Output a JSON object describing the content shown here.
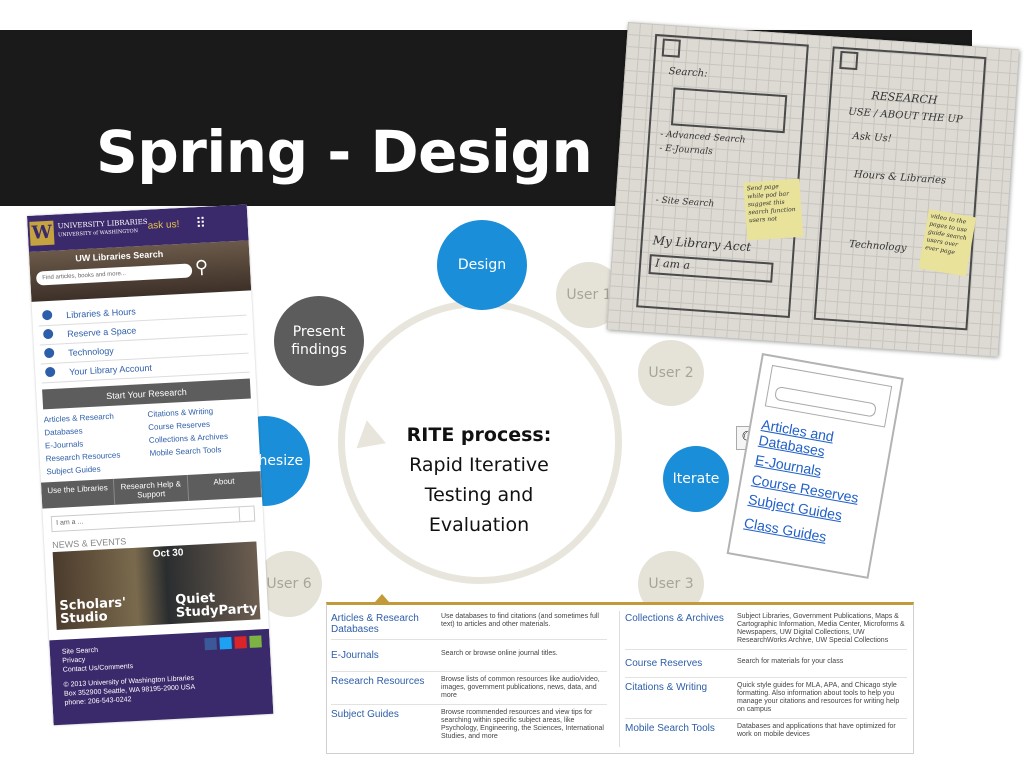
{
  "slide": {
    "title": "Spring - Design",
    "center_title": "RITE process:",
    "center_sub": "Rapid Iterative Testing and Evaluation",
    "nodes": {
      "design": "Design",
      "user1": "User 1",
      "user2": "User 2",
      "iterate": "Iterate",
      "user3": "User 3",
      "user6": "User 6",
      "synthesize": "Synthesize",
      "present": "Present findings"
    },
    "colors": {
      "blue": "#1a8ed8",
      "gray": "#e5e3d8",
      "dark": "#5c5c5c",
      "title_band": "#1a1a1a",
      "purple": "#3b2a6b",
      "gold": "#c39a39"
    }
  },
  "phone": {
    "brand": "UNIVERSITY LIBRARIES",
    "brand_sub": "UNIVERSITY of WASHINGTON",
    "ask": "ask us!",
    "search_title": "UW Libraries Search",
    "search_placeholder": "Find articles, books and more...",
    "links": [
      "Libraries & Hours",
      "Reserve a Space",
      "Technology",
      "Your Library Account"
    ],
    "start": "Start Your Research",
    "col1": [
      "Articles & Research Databases",
      "E-Journals",
      "Research Resources",
      "Subject Guides"
    ],
    "col2": [
      "Citations & Writing",
      "Course Reserves",
      "Collections & Archives",
      "Mobile Search Tools"
    ],
    "bar": [
      "Use the Libraries",
      "Research Help & Support",
      "About"
    ],
    "select": "I am a ...",
    "news": "NEWS & EVENTS",
    "photo_left": "Scholars' Studio",
    "photo_date": "Oct 30",
    "photo_right": "Quiet StudyParty",
    "footer": [
      "Site Search",
      "Privacy",
      "Contact Us/Comments",
      "© 2013 University of Washington Libraries",
      "Box 352900 Seattle, WA 98195-2900 USA",
      "phone: 206-543-0242"
    ]
  },
  "sketch": {
    "left_texts": [
      "Search:",
      "- Advanced Search",
      "- E-Journals",
      "- Site Search",
      "My Library Acct",
      "I am a"
    ],
    "right_texts": [
      "RESEARCH",
      "USE / ABOUT THE UP",
      "Ask Us!",
      "Hours & Libraries",
      "Technology"
    ],
    "sticky1": "Send page while pod bar suggest this search function users not",
    "sticky2": "video to the pages to use guide search users over ever page"
  },
  "wireframe": {
    "links": [
      "Articles and Databases",
      "E-Journals",
      "Course Reserves",
      "Subject Guides",
      "Class Guides"
    ]
  },
  "table": {
    "left": [
      {
        "label": "Articles & Research Databases",
        "desc": "Use databases to find citations (and sometimes full text) to articles and other materials."
      },
      {
        "label": "E-Journals",
        "desc": "Search or browse online journal titles."
      },
      {
        "label": "Research Resources",
        "desc": "Browse lists of common resources like audio/video, images, government publications, news, data, and more"
      },
      {
        "label": "Subject Guides",
        "desc": "Browse rcommended resources and view tips for searching within specific subject areas, like Psychology, Engineering, the Sciences, International Studies, and more"
      }
    ],
    "right": [
      {
        "label": "Collections & Archives",
        "desc": "Subject Libraries, Government Publications, Maps & Cartographic Information, Media Center, Microforms & Newspapers, UW Digital Collections, UW ResearchWorks Archive, UW Special Collections"
      },
      {
        "label": "Course Reserves",
        "desc": "Search for materials for your class"
      },
      {
        "label": "Citations & Writing",
        "desc": "Quick style guides for MLA, APA, and Chicago style formatting. Also information about tools to help you manage your citations and resources for writing help on campus"
      },
      {
        "label": "Mobile Search Tools",
        "desc": "Databases and applications that have optimized for work on mobile devices"
      }
    ]
  }
}
